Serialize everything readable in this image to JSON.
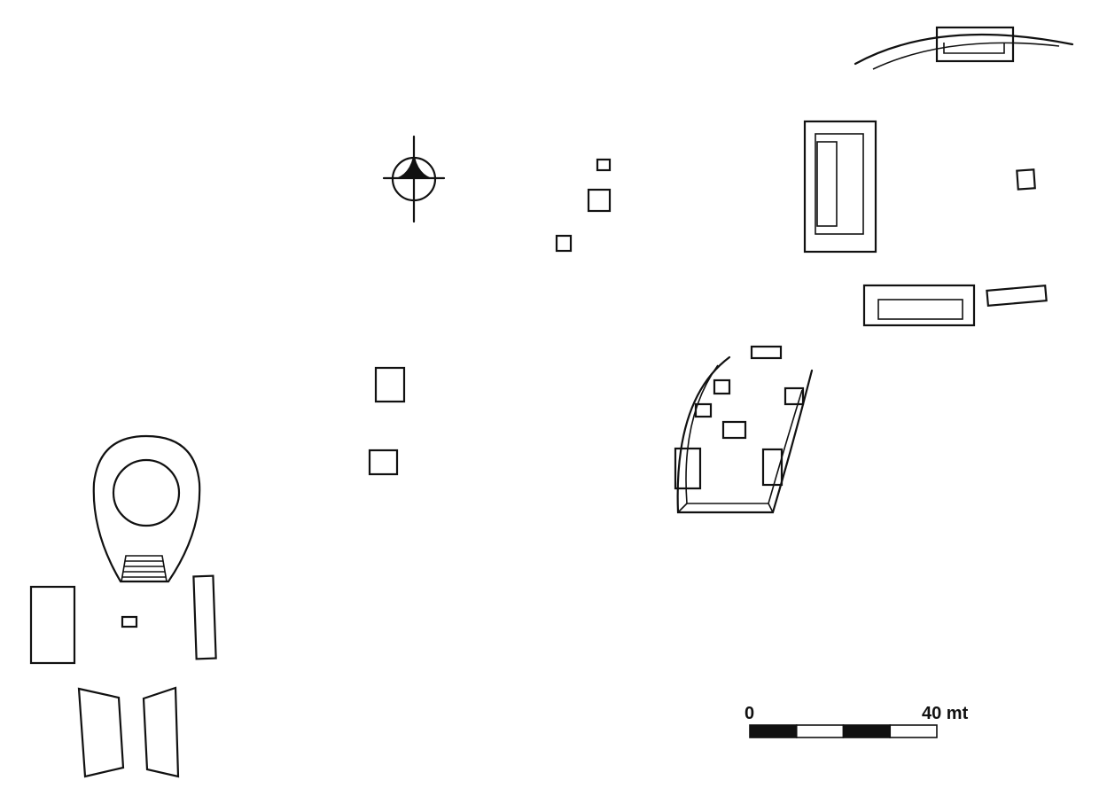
{
  "scale_bar": {
    "start_label": "0",
    "end_label": "40 mt",
    "length_value": 40,
    "unit": "mt",
    "segment_count": 4,
    "segment_fill_pattern": [
      "black",
      "white",
      "black",
      "white"
    ]
  },
  "north_arrow": {
    "icon": "north-arrow-icon"
  },
  "colors": {
    "line": "#111111",
    "background": "#ffffff",
    "fill_dark": "#111111"
  }
}
